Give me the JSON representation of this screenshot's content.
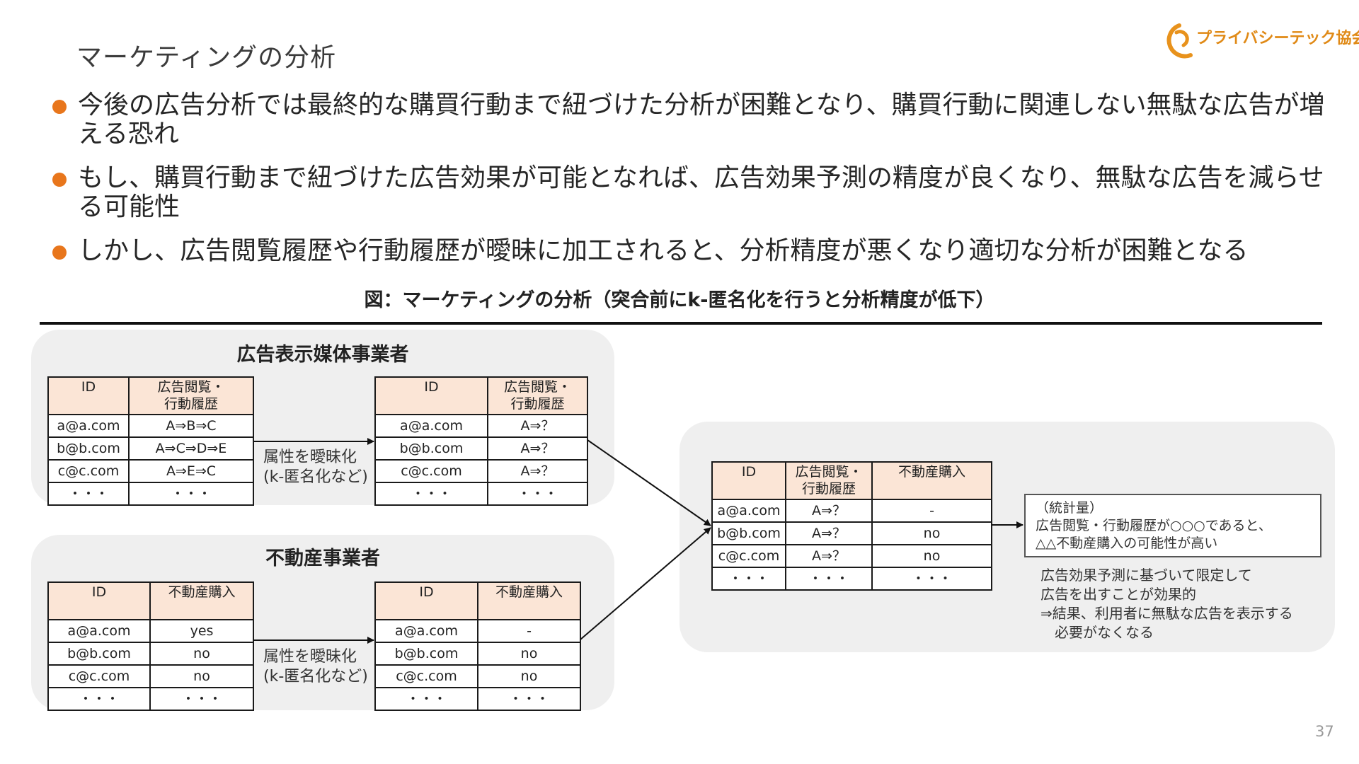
{
  "slide": {
    "title": "マーケティングの分析",
    "logo_text": "プライバシーテック協会",
    "page_number": "37",
    "accent_color": "#e8761c"
  },
  "bullets": [
    "今後の広告分析では最終的な購買行動まで紐づけた分析が困難となり、購買行動に関連しない無駄な広告が増える恐れ",
    "もし、購買行動まで紐づけた広告効果が可能となれば、広告効果予測の精度が良くなり、無駄な広告を減らせる可能性",
    "しかし、広告閲覧履歴や行動履歴が曖昧に加工されると、分析精度が悪くなり適切な分析が困難となる"
  ],
  "figure": {
    "caption": "図：マーケティングの分析（突合前にk-匿名化を行うと分析精度が低下）",
    "ad_panel": {
      "title": "広告表示媒体事業者",
      "transform_label": [
        "属性を曖昧化",
        "(k-匿名化など)"
      ],
      "original_table": {
        "headers": [
          "ID",
          "広告閲覧・\n行動履歴"
        ],
        "rows": [
          [
            "a@a.com",
            "A⇒B⇒C"
          ],
          [
            "b@b.com",
            "A⇒C⇒D⇒E"
          ],
          [
            "c@c.com",
            "A⇒E⇒C"
          ],
          [
            "・・・",
            "・・・"
          ]
        ]
      },
      "anonymized_table": {
        "headers": [
          "ID",
          "広告閲覧・\n行動履歴"
        ],
        "rows": [
          [
            "a@a.com",
            "A⇒？"
          ],
          [
            "b@b.com",
            "A⇒？"
          ],
          [
            "c@c.com",
            "A⇒？"
          ],
          [
            "・・・",
            "・・・"
          ]
        ]
      }
    },
    "estate_panel": {
      "title": "不動産事業者",
      "transform_label": [
        "属性を曖昧化",
        "(k-匿名化など)"
      ],
      "original_table": {
        "headers": [
          "ID",
          "不動産購入"
        ],
        "rows": [
          [
            "a@a.com",
            "yes"
          ],
          [
            "b@b.com",
            "no"
          ],
          [
            "c@c.com",
            "no"
          ],
          [
            "・・・",
            "・・・"
          ]
        ]
      },
      "anonymized_table": {
        "headers": [
          "ID",
          "不動産購入"
        ],
        "rows": [
          [
            "a@a.com",
            "-"
          ],
          [
            "b@b.com",
            "no"
          ],
          [
            "c@c.com",
            "no"
          ],
          [
            "・・・",
            "・・・"
          ]
        ]
      }
    },
    "joined_table": {
      "headers": [
        "ID",
        "広告閲覧・\n行動履歴",
        "不動産購入"
      ],
      "rows": [
        [
          "a@a.com",
          "A⇒？",
          "-"
        ],
        [
          "b@b.com",
          "A⇒？",
          "no"
        ],
        [
          "c@c.com",
          "A⇒？",
          "no"
        ],
        [
          "・・・",
          "・・・",
          "・・・"
        ]
      ]
    },
    "stats_box": [
      "（統計量）",
      "広告閲覧・行動履歴が○○○であると、",
      "△△不動産購入の可能性が高い"
    ],
    "effect_text": [
      "広告効果予測に基づいて限定して",
      "広告を出すことが効果的",
      "⇒結果、利用者に無駄な広告を表示する",
      "　必要がなくなる"
    ]
  }
}
